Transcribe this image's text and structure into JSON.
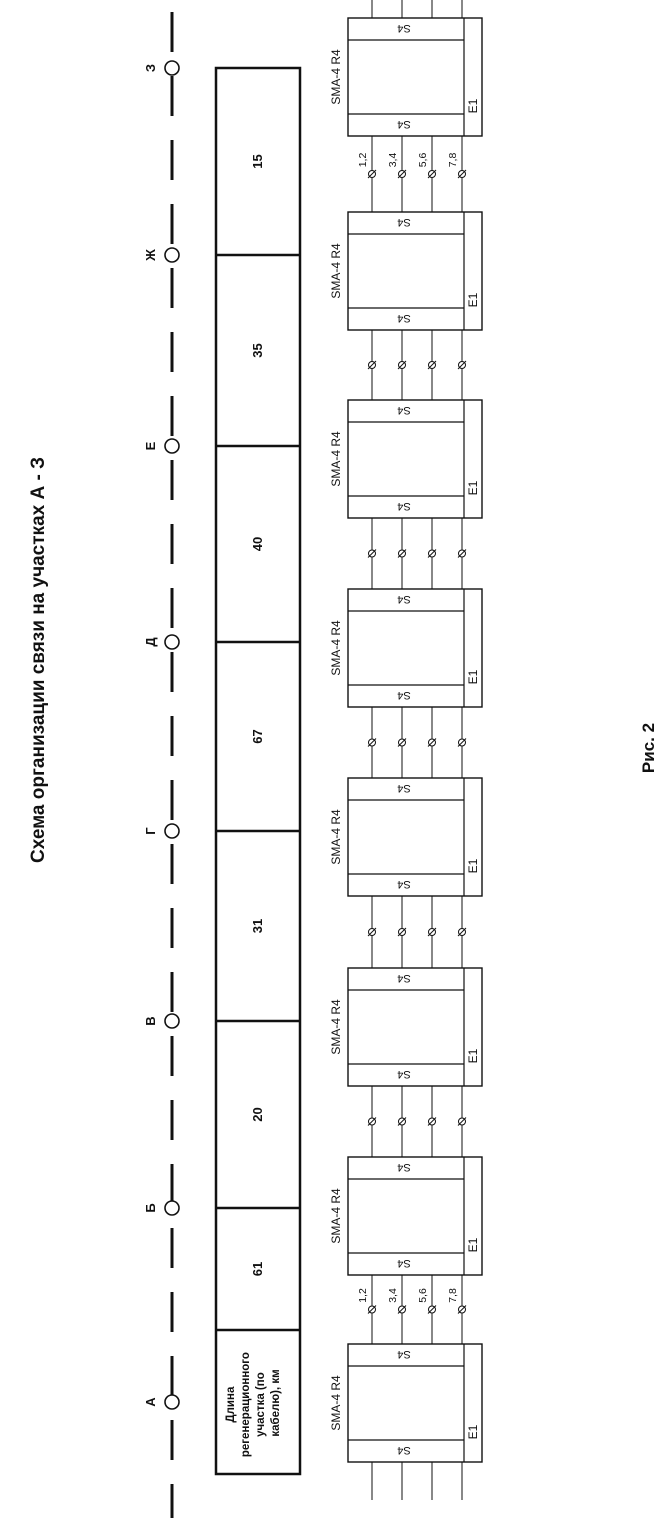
{
  "title": "Схема организации связи на участках А - З",
  "figure_label": "Рис. 2",
  "stations": [
    "А",
    "Б",
    "В",
    "Г",
    "Д",
    "Е",
    "Ж",
    "З"
  ],
  "table": {
    "header": "Длина регенерационного участка (по кабелю), км",
    "header_lines": [
      "Длина",
      "регенерационного",
      "участка (по",
      "кабелю), км"
    ],
    "segments": [
      "61",
      "20",
      "31",
      "67",
      "40",
      "35",
      "15"
    ]
  },
  "equipment": {
    "model": "SMA-4 R4",
    "port_label": "S4",
    "tributary_label": "E1",
    "count": 8
  },
  "fiber_labels": [
    "1,2",
    "3,4",
    "5,6",
    "7,8"
  ]
}
